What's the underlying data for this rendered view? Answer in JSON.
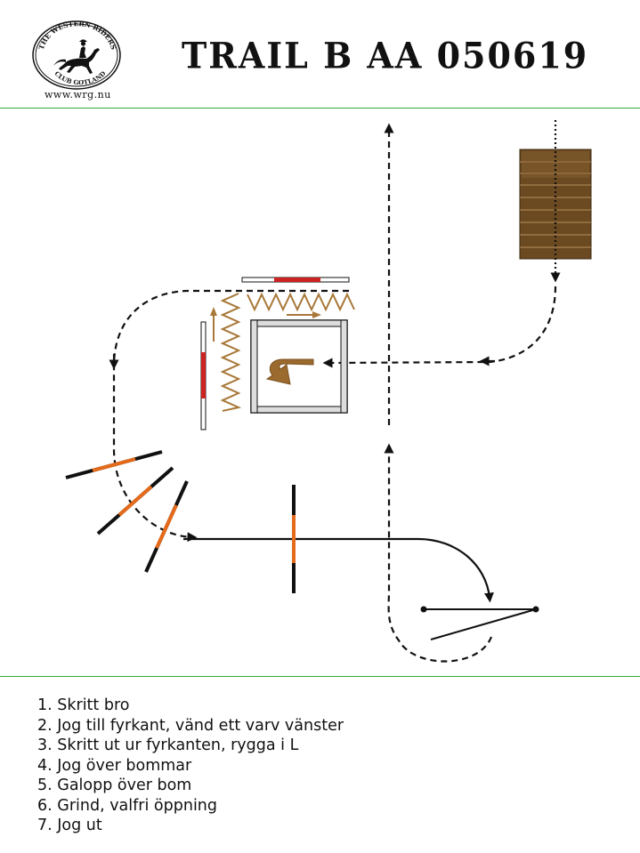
{
  "header": {
    "logo": {
      "text_top": "THE WESTERN RIDERS",
      "text_bottom": "CLUB GOTLAND",
      "url": "www.wrg.nu"
    },
    "title": "TRAIL B AA 050619"
  },
  "colors": {
    "divider": "#33aa33",
    "path": "#111111",
    "bridge": "#6b4a22",
    "pole_accent_red": "#cc2222",
    "pole_accent_orange": "#e56a1a",
    "trot_marks": "#a87838",
    "box_rails": "#dddddd"
  },
  "icons": [
    "horse-rider-logo-icon",
    "u-turn-arrow-icon"
  ],
  "steps": [
    "1. Skritt bro",
    "2. Jog till fyrkant, vänd ett varv vänster",
    "3. Skritt ut ur fyrkanten, rygga i L",
    "4. Jog över bommar",
    "5. Galopp över bom",
    "6. Grind, valfri öppning",
    "7. Jog ut"
  ]
}
